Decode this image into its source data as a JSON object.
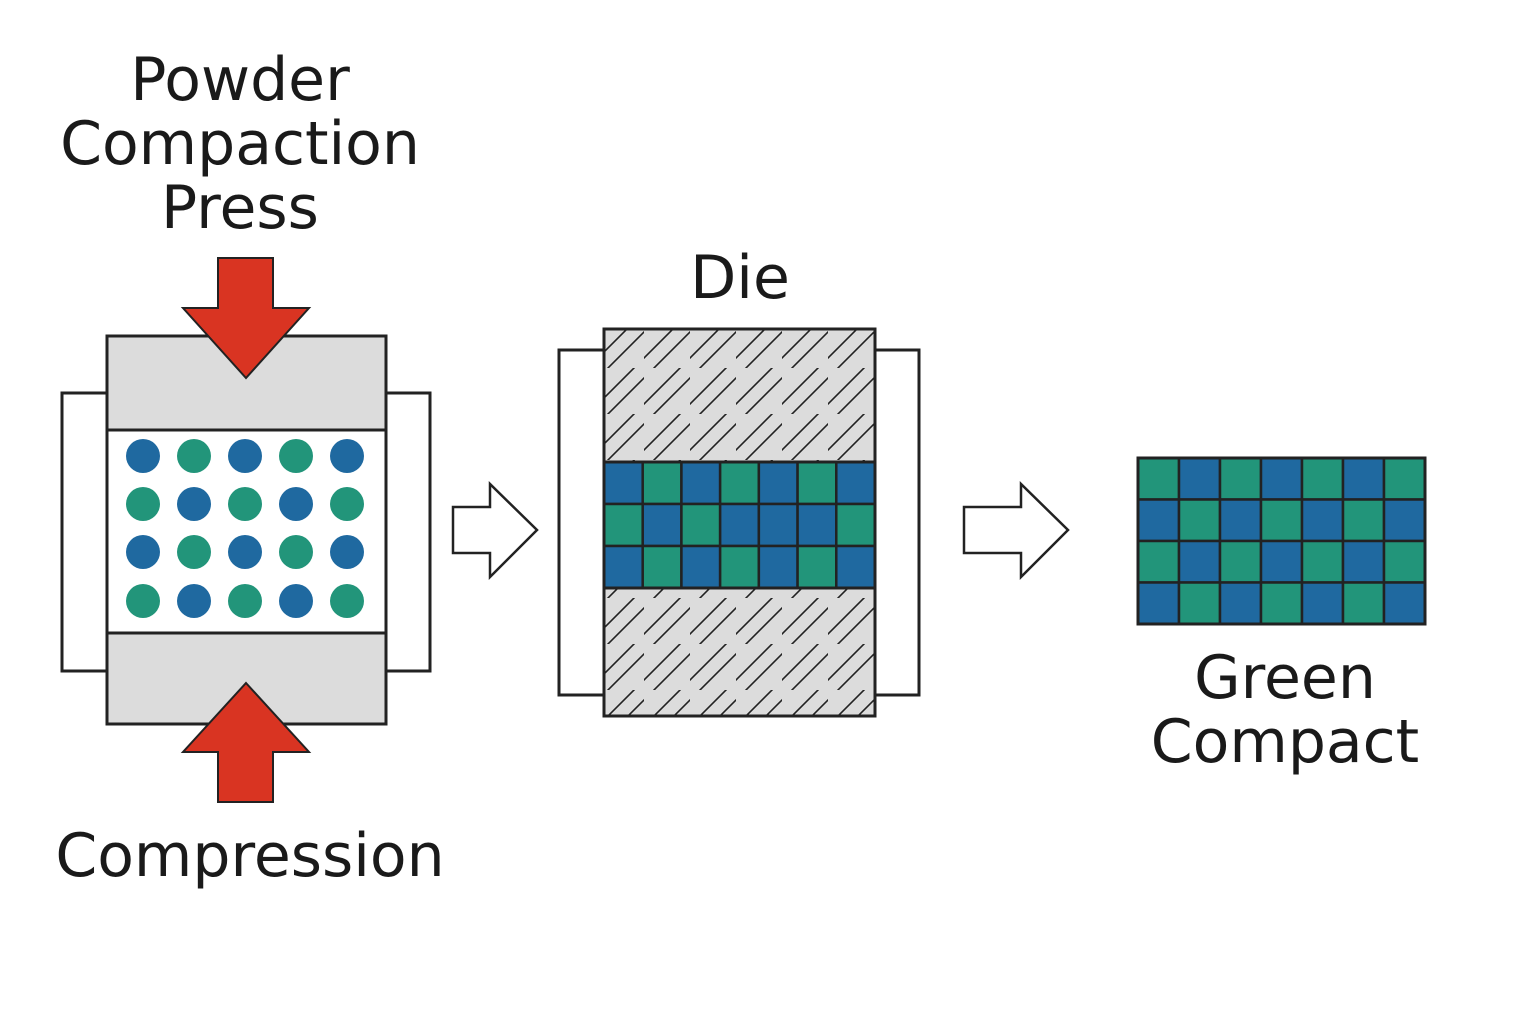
{
  "labels": {
    "press": [
      "Powder",
      "Compaction",
      "Press"
    ],
    "die": "Die",
    "green": [
      "Green",
      "Compact"
    ],
    "compression": "Compression"
  },
  "colors": {
    "blue": "#1f69a0",
    "green": "#22957a",
    "arrow_red": "#d93422",
    "punch_gray": "#dcdcdc",
    "outline": "#222222"
  },
  "powder_grid": {
    "rows": 4,
    "cols": 5,
    "pattern": [
      [
        "blue",
        "green",
        "blue",
        "green",
        "blue"
      ],
      [
        "green",
        "blue",
        "green",
        "blue",
        "green"
      ],
      [
        "blue",
        "green",
        "blue",
        "green",
        "blue"
      ],
      [
        "green",
        "blue",
        "green",
        "blue",
        "green"
      ]
    ]
  },
  "die_grid": {
    "rows": 3,
    "cols": 7,
    "pattern": [
      [
        "blue",
        "green",
        "blue",
        "green",
        "blue",
        "green",
        "blue"
      ],
      [
        "green",
        "blue",
        "green",
        "blue",
        "blue",
        "blue",
        "green"
      ],
      [
        "blue",
        "green",
        "blue",
        "green",
        "blue",
        "green",
        "blue"
      ]
    ]
  },
  "compact_grid": {
    "rows": 4,
    "cols": 7,
    "pattern": [
      [
        "green",
        "blue",
        "green",
        "blue",
        "green",
        "blue",
        "green"
      ],
      [
        "blue",
        "green",
        "blue",
        "green",
        "blue",
        "green",
        "blue"
      ],
      [
        "green",
        "blue",
        "green",
        "blue",
        "green",
        "blue",
        "green"
      ],
      [
        "blue",
        "green",
        "blue",
        "green",
        "blue",
        "green",
        "blue"
      ]
    ]
  }
}
